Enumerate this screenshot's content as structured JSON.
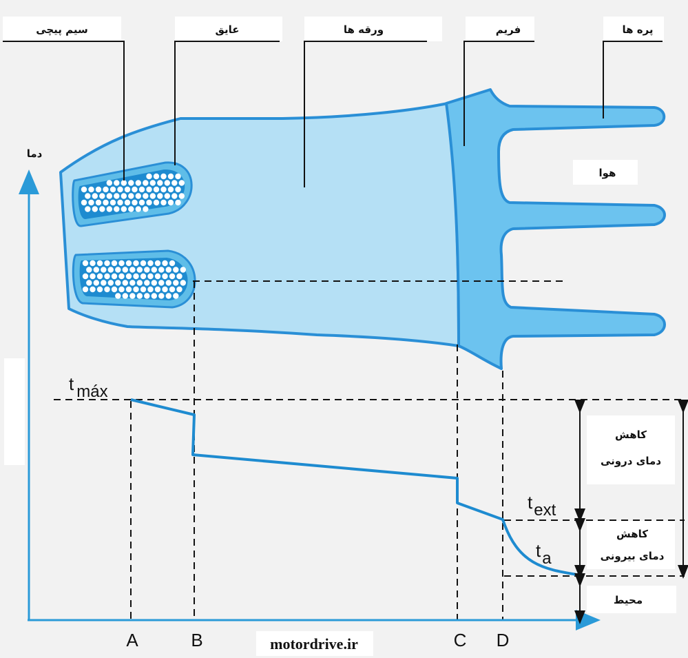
{
  "labels": {
    "winding": "سیم پیچی",
    "insulation": "عایق",
    "laminations": "ورقه ها",
    "frame": "فریم",
    "fins": "پره ها",
    "air": "هوا",
    "temperature": "دما",
    "inner_drop_line1": "کاهش",
    "inner_drop_line2": "دمای درونی",
    "outer_drop_line1": "کاهش",
    "outer_drop_line2": "دمای بیرونی",
    "ambient": "محیط"
  },
  "symbols": {
    "tmax_base": "t",
    "tmax_sub": "máx",
    "text_base": "t",
    "text_sub": "ext",
    "ta_base": "t",
    "ta_sub": "a"
  },
  "axis_points": [
    "A",
    "B",
    "C",
    "D"
  ],
  "watermark": "motordrive.ir",
  "colors": {
    "body_fill": "#b5e0f5",
    "frame_fill": "#6cc3ef",
    "outline": "#2a8fd6",
    "axis": "#2a9ad8",
    "dash": "#111111"
  }
}
